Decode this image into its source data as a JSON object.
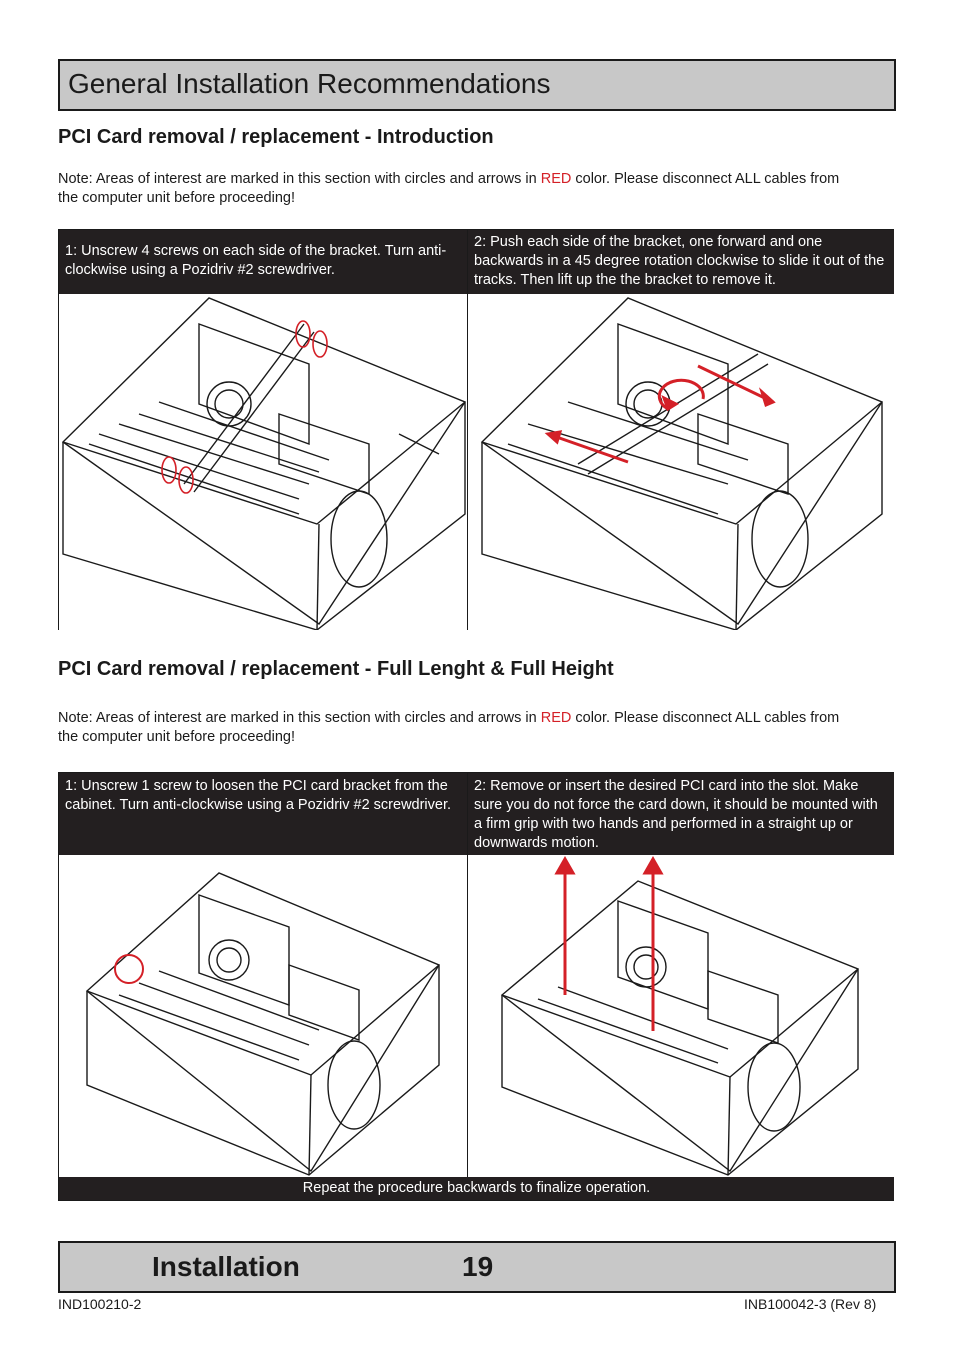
{
  "page": {
    "title": "General Installation Recommendations",
    "footer_section": "Installation",
    "footer_page": "19",
    "doc_left": "IND100210-2",
    "doc_right": "INB100042-3 (Rev 8)"
  },
  "section1": {
    "heading": "PCI Card removal / replacement - Introduction",
    "note_before": "Note: Areas of interest are marked in this section with circles and arrows in ",
    "note_red": "RED",
    "note_after": " color. Please disconnect ALL cables from the computer unit before proceeding!",
    "step1": "1: Unscrew 4 screws on each side of the bracket. Turn anti-clockwise using a Pozidriv #2 screwdriver.",
    "step2": "2: Push each side of the bracket, one forward and one backwards in a 45 degree rotation clockwise to slide it out of the tracks. Then lift up the the bracket to remove it."
  },
  "section2": {
    "heading": "PCI Card removal / replacement - Full Lenght & Full Height",
    "note_before": "Note: Areas of interest are marked in this section with circles and arrows in ",
    "note_red": "RED",
    "note_after": " color. Please disconnect ALL cables from the computer unit before proceeding!",
    "step1": "1: Unscrew 1 screw to loosen the PCI card bracket from the cabinet. Turn anti-clockwise using a Pozidriv #2 screwdriver.",
    "step2": "2: Remove or insert the desired PCI card into the slot. Make sure you do not force the card down, it should be mounted with a firm grip with two hands and performed in a straight up or downwards motion.",
    "repeat": "Repeat the procedure backwards to finalize operation."
  },
  "colors": {
    "accent_red": "#d42027",
    "caption_bg": "#231f20",
    "bar_bg": "#c8c8c8"
  }
}
